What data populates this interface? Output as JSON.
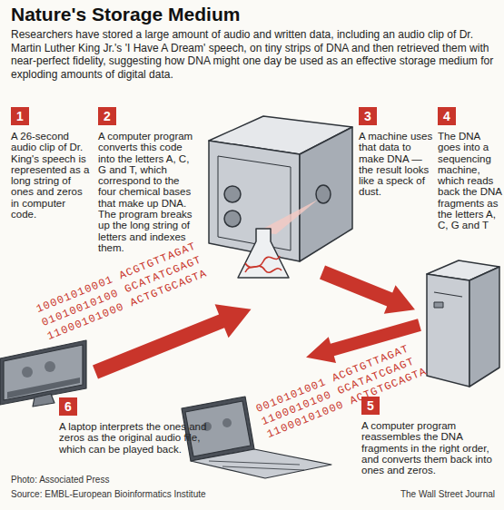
{
  "diagram": {
    "title": "Nature's Storage Medium",
    "nodes": [
      {
        "text": [
          "1",
          "A 26-second audio clip of Dr. King's speech is represented as a long string of ones and zeros in computer code."
        ]
      },
      {
        "text": [
          "2",
          "A computer program converts this code into the letters A, C, G and T, which correspond to the four chemical bases that make up DNA. The program breaks up the long string of letters and indexes them."
        ]
      },
      {
        "text": [
          "3",
          "A machine uses that data to make DNA — the result looks like a speck of dust."
        ]
      },
      {
        "text": [
          "4",
          "The DNA goes into a sequencing machine, which reads back the DNA fragments as the letters A, C, G and T"
        ]
      },
      {
        "text": [
          "5",
          "A computer program reassembles the DNA fragments in the right order, and converts them back into ones and zeros."
        ]
      },
      {
        "text": [
          "6",
          "A laptop interprets the ones and zeros as the original audio file, which can be played back."
        ]
      }
    ],
    "labels": [
      "Researchers have stored a large amount of audio and written data, including an audio clip of Dr. Martin Luther King Jr.'s 'I Have A Dream' speech, on tiny strips of DNA and then retrieved them with near-perfect fidelity, suggesting how DNA might one day be used as an effective storage medium for exploding amounts of digital data.",
      "10001010001 ACGTGTTAGAT",
      "01010010100 GCATATCGAGT",
      "11000101000 ACTGTGCAGTA",
      "0010101001 ACGTGTTAGAT",
      "1100010100 GCATATCGAGT",
      "11000101000 ACTGTGCAGTA",
      "Photo: Associated Press",
      "Source: EMBL-European Bioinformatics Institute",
      "The Wall Street Journal"
    ]
  }
}
